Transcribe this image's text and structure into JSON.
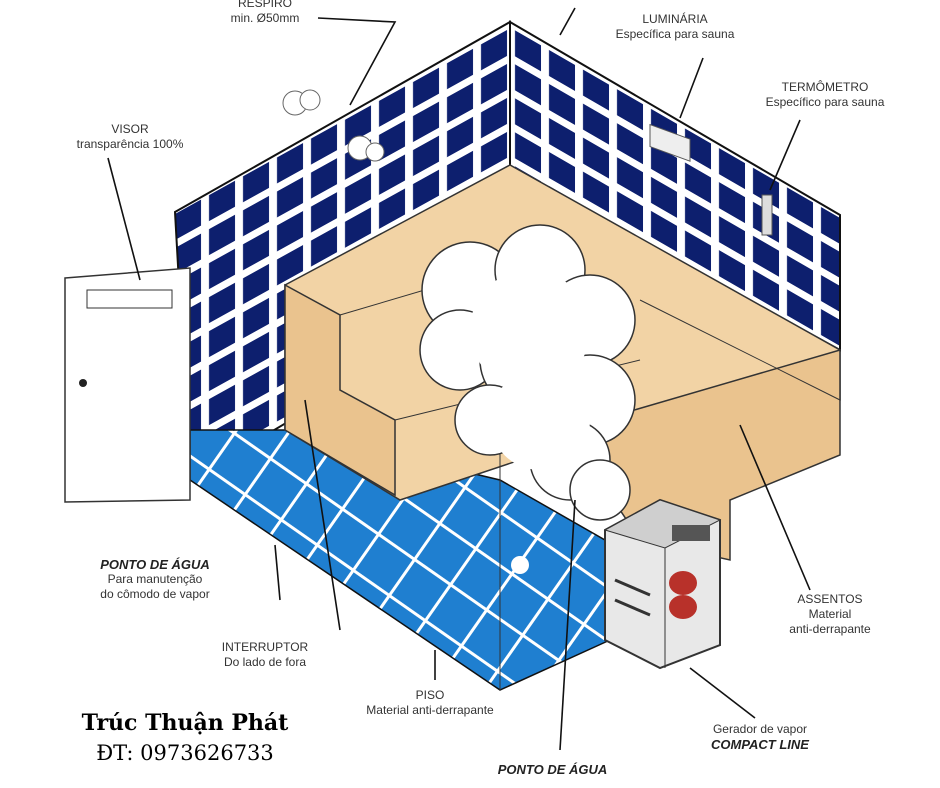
{
  "labels": {
    "respiro": {
      "title": "RESPIRO",
      "desc": "min. Ø50mm"
    },
    "luminaria": {
      "title": "LUMINÁRIA",
      "desc": "Específica para sauna"
    },
    "termometro": {
      "title": "TERMÔMETRO",
      "desc": "Específico para sauna"
    },
    "visor": {
      "title": "VISOR",
      "desc": "transparência 100%"
    },
    "ponto_agua_1": {
      "title": "PONTO DE ÁGUA",
      "desc1": "Para manutenção",
      "desc2": "do cômodo de vapor"
    },
    "interruptor": {
      "title": "INTERRUPTOR",
      "desc": "Do lado de fora"
    },
    "piso": {
      "title": "PISO",
      "desc": "Material anti-derrapante"
    },
    "ponto_agua_2": {
      "title": "PONTO DE ÁGUA"
    },
    "assentos": {
      "title": "ASSENTOS",
      "desc1": "Material",
      "desc2": "anti-derrapante"
    },
    "gerador": {
      "title": "Gerador de vapor",
      "desc": "COMPACT LINE"
    }
  },
  "brand": {
    "name": "Trúc Thuận Phát",
    "phone": "ĐT: 0973626733"
  },
  "colors": {
    "tile_wall": "#0d1f6e",
    "tile_floor": "#1f7fd0",
    "bench": "#f2d3a5",
    "grout": "#ffffff"
  }
}
